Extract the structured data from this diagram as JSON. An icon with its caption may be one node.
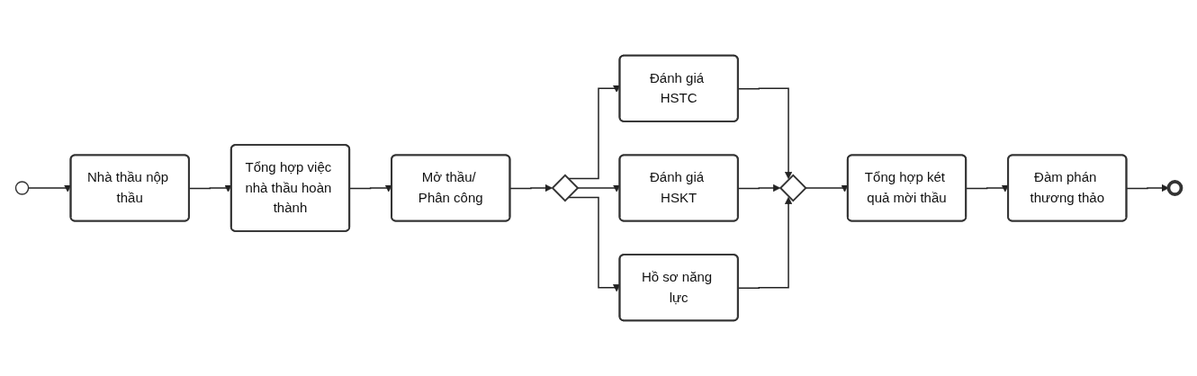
{
  "diagram": {
    "nodes": [
      {
        "text": [],
        "shape": "circle"
      },
      {
        "text": [
          "Nhà thầu nộp thầu"
        ]
      },
      {
        "text": [
          "Tổng hợp việc nhà thầu hoàn thành"
        ]
      },
      {
        "text": [
          "Mở thầu/ Phân công"
        ]
      },
      {
        "text": [],
        "shape": "diamond"
      },
      {
        "text": [
          "Đánh giá HSTC"
        ]
      },
      {
        "text": [
          "Đánh giá HSKT"
        ]
      },
      {
        "text": [
          "Hồ sơ năng lực"
        ]
      },
      {
        "text": [],
        "shape": "diamond"
      },
      {
        "text": [
          "Tổng hợp két quả mời thầu"
        ]
      },
      {
        "text": [
          "Đàm phán thương thảo"
        ]
      },
      {
        "text": [],
        "shape": "circle"
      }
    ],
    "edges": [
      {
        "from": 0,
        "to": 1,
        "arrow": "to"
      },
      {
        "from": 1,
        "to": 2,
        "arrow": "to"
      },
      {
        "from": 2,
        "to": 3,
        "arrow": "to"
      },
      {
        "from": 3,
        "to": 4,
        "arrow": "to"
      },
      {
        "from": 4,
        "to": 5,
        "arrow": "to"
      },
      {
        "from": 4,
        "to": 6,
        "arrow": "to"
      },
      {
        "from": 4,
        "to": 7,
        "arrow": "to"
      },
      {
        "from": 5,
        "to": 8,
        "arrow": "to"
      },
      {
        "from": 6,
        "to": 8,
        "arrow": "to"
      },
      {
        "from": 7,
        "to": 8,
        "arrow": "to"
      },
      {
        "from": 8,
        "to": 9,
        "arrow": "to"
      },
      {
        "from": 9,
        "to": 10,
        "arrow": "to"
      },
      {
        "from": 10,
        "to": 11,
        "arrow": "to"
      }
    ]
  }
}
